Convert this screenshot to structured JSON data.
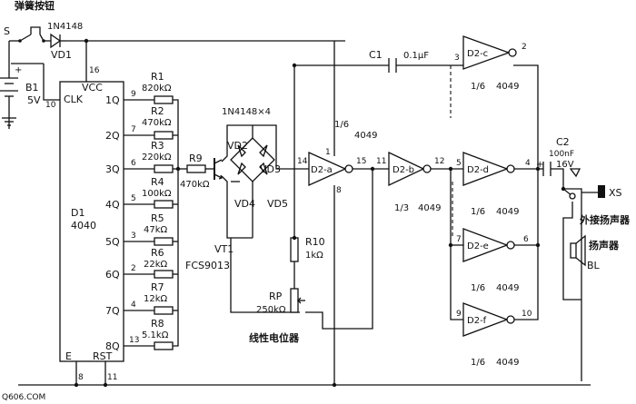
{
  "title": "弹簧按钮",
  "switch": {
    "ref": "S",
    "diode_type": "1N4148",
    "diode_ref": "VD1"
  },
  "battery": {
    "ref": "B1",
    "voltage": "5V"
  },
  "ic": {
    "ref": "D1",
    "part": "4040",
    "vcc": "VCC",
    "clk": "CLK",
    "e": "E",
    "rst": "RST",
    "pins": {
      "vcc": "16",
      "clk": "10",
      "e": "8",
      "rst": "11"
    },
    "outputs": [
      {
        "name": "1Q",
        "pin": "9"
      },
      {
        "name": "2Q",
        "pin": "7"
      },
      {
        "name": "3Q",
        "pin": "6"
      },
      {
        "name": "4Q",
        "pin": "5"
      },
      {
        "name": "5Q",
        "pin": "3"
      },
      {
        "name": "6Q",
        "pin": "2"
      },
      {
        "name": "7Q",
        "pin": "4"
      },
      {
        "name": "8Q",
        "pin": "13"
      }
    ]
  },
  "resistors": [
    {
      "ref": "R1",
      "value": "820kΩ"
    },
    {
      "ref": "R2",
      "value": "470kΩ"
    },
    {
      "ref": "R3",
      "value": "220kΩ"
    },
    {
      "ref": "R4",
      "value": "100kΩ"
    },
    {
      "ref": "R5",
      "value": "47kΩ"
    },
    {
      "ref": "R6",
      "value": "22kΩ"
    },
    {
      "ref": "R7",
      "value": "12kΩ"
    },
    {
      "ref": "R8",
      "value": "5.1kΩ"
    }
  ],
  "r9": {
    "ref": "R9",
    "value": "470kΩ"
  },
  "transistor": {
    "ref": "VT1",
    "part": "FCS9013"
  },
  "bridge": {
    "label": "1N4148×4",
    "diodes": [
      "VD2",
      "VD3",
      "VD4",
      "VD5"
    ]
  },
  "r10": {
    "ref": "R10",
    "value": "1kΩ"
  },
  "rp": {
    "ref": "RP",
    "value": "250kΩ",
    "caption": "线性电位器"
  },
  "c1": {
    "ref": "C1",
    "value": "0.1μF"
  },
  "c2": {
    "ref": "C2",
    "value": "100nF",
    "voltage": "16V"
  },
  "gates": [
    {
      "name": "D2-a",
      "frac": "1/6",
      "part": "4049",
      "pin_in": "14",
      "pin_out": "15",
      "pin_vcc": "1",
      "pin_gnd": "8"
    },
    {
      "name": "D2-b",
      "frac": "1/3",
      "part": "4049",
      "pin_in": "11",
      "pin_out": "12"
    },
    {
      "name": "D2-c",
      "frac": "1/6",
      "part": "4049",
      "pin_in": "3",
      "pin_out": "2"
    },
    {
      "name": "D2-d",
      "frac": "1/6",
      "part": "4049",
      "pin_in": "5",
      "pin_out": "4"
    },
    {
      "name": "D2-e",
      "frac": "1/6",
      "part": "4049",
      "pin_in": "7",
      "pin_out": "6"
    },
    {
      "name": "D2-f",
      "frac": "1/6",
      "part": "4049",
      "pin_in": "9",
      "pin_out": "10"
    }
  ],
  "jack": {
    "ref": "XS",
    "caption": "外接扬声器"
  },
  "speaker": {
    "ref": "BL",
    "caption": "扬声器"
  },
  "watermark": "Q606.COM"
}
